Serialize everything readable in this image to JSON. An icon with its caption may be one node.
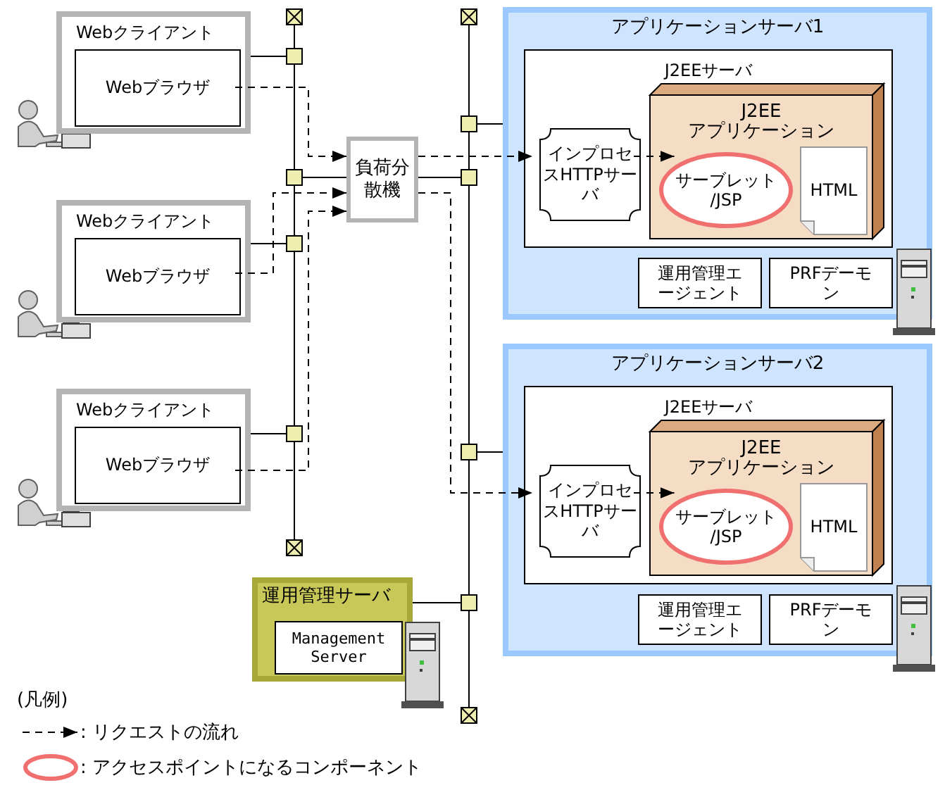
{
  "diagram": {
    "nodes": [
      {
        "text": [
          "Webクライアント"
        ]
      },
      {
        "text": [
          "Webブラウザ"
        ],
        "in": 0
      },
      {
        "text": [
          "Webクライアント"
        ]
      },
      {
        "text": [
          "Webブラウザ"
        ],
        "in": 2
      },
      {
        "text": [
          "Webクライアント"
        ]
      },
      {
        "text": [
          "Webブラウザ"
        ],
        "in": 4
      },
      {
        "text": [
          "負荷分散機"
        ]
      },
      {
        "text": [
          "アプリケーションサーバ1"
        ]
      },
      {
        "text": [
          "J2EEサーバ"
        ],
        "in": 7
      },
      {
        "text": [
          "インプロセスHTTPサーバ"
        ],
        "in": 8
      },
      {
        "text": [
          "J2EE アプリケーション"
        ],
        "in": 8
      },
      {
        "text": [
          "サーブレット /JSP"
        ],
        "in": 10
      },
      {
        "text": [
          "HTML"
        ],
        "in": 10
      },
      {
        "text": [
          "運用管理エージェント"
        ],
        "in": 7
      },
      {
        "text": [
          "PRFデーモン"
        ],
        "in": 7
      },
      {
        "text": [
          "アプリケーションサーバ2"
        ]
      },
      {
        "text": [
          "J2EEサーバ"
        ],
        "in": 15
      },
      {
        "text": [
          "インプロセスHTTPサーバ"
        ],
        "in": 16
      },
      {
        "text": [
          "J2EE アプリケーション"
        ],
        "in": 16
      },
      {
        "text": [
          "サーブレット /JSP"
        ],
        "in": 18
      },
      {
        "text": [
          "HTML"
        ],
        "in": 18
      },
      {
        "text": [
          "運用管理エージェント"
        ],
        "in": 15
      },
      {
        "text": [
          "PRFデーモン"
        ],
        "in": 15
      },
      {
        "text": [
          "運用管理サーバ"
        ]
      },
      {
        "text": [
          "Management Server"
        ],
        "in": 23
      },
      {
        "text": [],
        "shape": "box"
      },
      {
        "text": [],
        "shape": "box"
      },
      {
        "text": [],
        "shape": "box"
      },
      {
        "text": [],
        "shape": "box"
      },
      {
        "text": [],
        "shape": "box"
      },
      {
        "text": [],
        "shape": "box"
      },
      {
        "text": [],
        "shape": "box"
      },
      {
        "text": [],
        "shape": "box"
      },
      {
        "text": [],
        "shape": "box"
      },
      {
        "text": [],
        "shape": "box"
      },
      {
        "text": [],
        "shape": "box"
      },
      {
        "text": [],
        "shape": "box"
      }
    ],
    "edges": [
      {
        "from": 0,
        "to": 26,
        "arrow": "none"
      },
      {
        "from": 2,
        "to": 28,
        "arrow": "none"
      },
      {
        "from": 4,
        "to": 29,
        "arrow": "none"
      },
      {
        "from": 6,
        "to": 27,
        "arrow": "none"
      },
      {
        "from": 6,
        "to": 33,
        "arrow": "none"
      },
      {
        "from": 7,
        "to": 32,
        "arrow": "none"
      },
      {
        "from": 15,
        "to": 34,
        "arrow": "none"
      },
      {
        "from": 23,
        "to": 35,
        "arrow": "none"
      },
      {
        "from": 25,
        "to": 26,
        "arrow": "none"
      },
      {
        "from": 26,
        "to": 27,
        "arrow": "none"
      },
      {
        "from": 27,
        "to": 28,
        "arrow": "none"
      },
      {
        "from": 28,
        "to": 29,
        "arrow": "none"
      },
      {
        "from": 29,
        "to": 30,
        "arrow": "none"
      },
      {
        "from": 31,
        "to": 32,
        "arrow": "none"
      },
      {
        "from": 32,
        "to": 33,
        "arrow": "none"
      },
      {
        "from": 33,
        "to": 34,
        "arrow": "none"
      },
      {
        "from": 34,
        "to": 35,
        "arrow": "none"
      },
      {
        "from": 35,
        "to": 36,
        "arrow": "none"
      },
      {
        "from": 1,
        "to": 6,
        "arrow": "to",
        "style": "dashed"
      },
      {
        "from": 3,
        "to": 6,
        "arrow": "to",
        "style": "dashed"
      },
      {
        "from": 5,
        "to": 6,
        "arrow": "to",
        "style": "dashed"
      },
      {
        "from": 6,
        "to": 9,
        "arrow": "to",
        "style": "dashed"
      },
      {
        "from": 6,
        "to": 17,
        "arrow": "to",
        "style": "dashed"
      },
      {
        "from": 9,
        "to": 11,
        "arrow": "to",
        "style": "dashed"
      },
      {
        "from": 17,
        "to": 19,
        "arrow": "to",
        "style": "dashed"
      }
    ],
    "labels": [
      "(凡例)"
    ],
    "legend": [
      {
        "text": ": リクエストの流れ"
      },
      {
        "text": ": アクセスポイントになるコンポーネント"
      }
    ]
  }
}
